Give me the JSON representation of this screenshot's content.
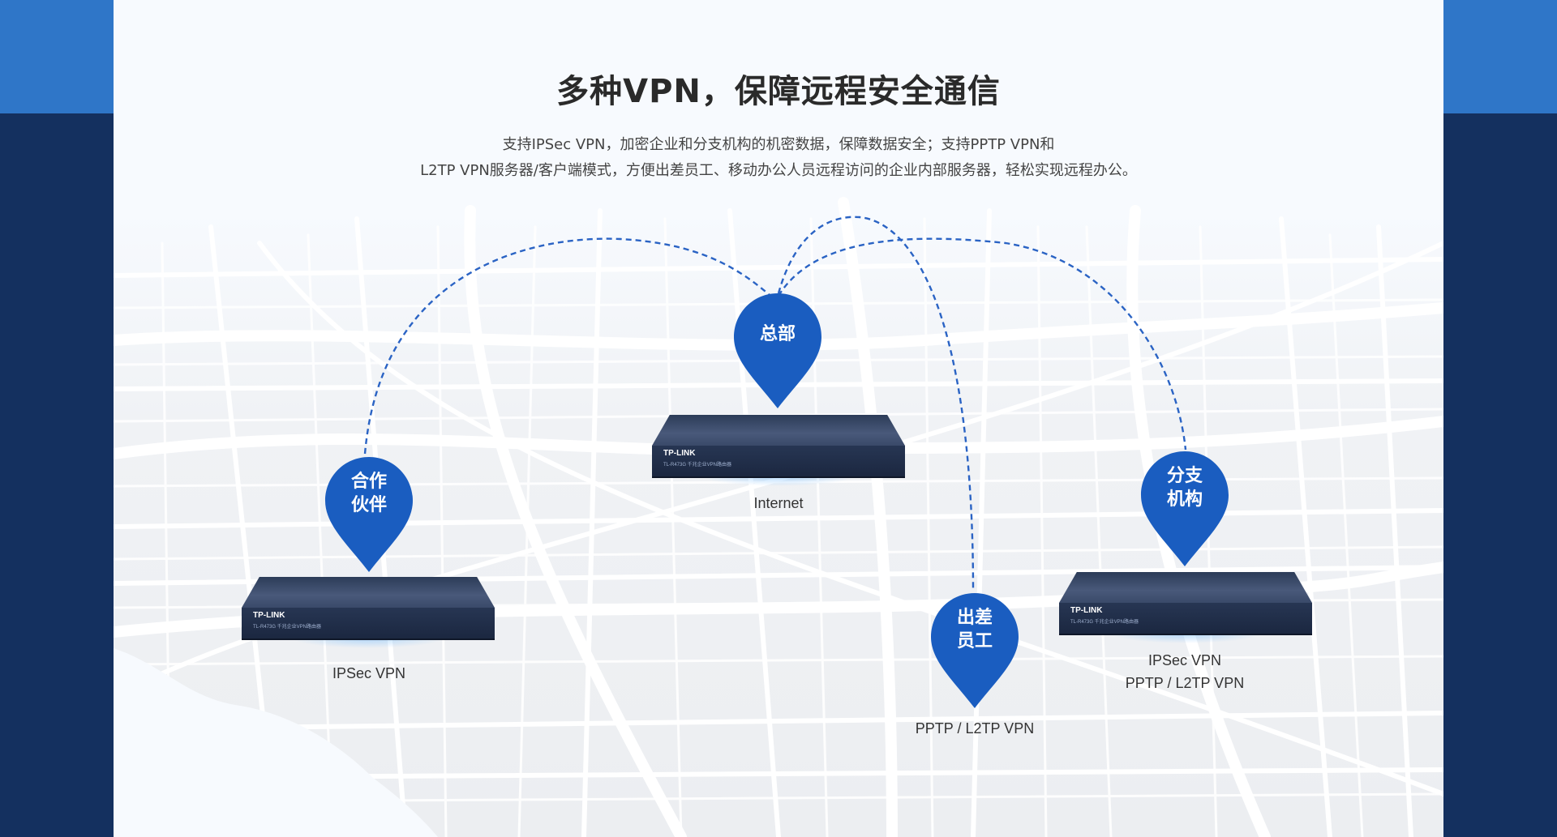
{
  "title": "多种VPN，保障远程安全通信",
  "description": {
    "line1": "支持IPSec VPN，加密企业和分支机构的机密数据，保障数据安全；支持PPTP VPN和",
    "line2": "L2TP VPN服务器/客户端模式，方便出差员工、移动办公人员远程访问的企业内部服务器，轻松实现远程办公。"
  },
  "colors": {
    "pin": "#1a5dc0",
    "line": "#2a63c4",
    "side_top": "#2f76c8",
    "side": "#14305f"
  },
  "nodes": {
    "hq": {
      "pin": [
        "总部"
      ],
      "label": [
        "Internet"
      ]
    },
    "partner": {
      "pin": [
        "合作",
        "伙伴"
      ],
      "label": [
        "IPSec VPN"
      ]
    },
    "travel": {
      "pin": [
        "出差",
        "员工"
      ],
      "label": [
        "PPTP / L2TP VPN"
      ]
    },
    "branch": {
      "pin": [
        "分支",
        "机构"
      ],
      "label": [
        "IPSec VPN",
        "PPTP / L2TP VPN"
      ]
    }
  },
  "device": {
    "brand": "TP-LINK",
    "model": "TL-R473G 千兆企业VPN路由器"
  }
}
